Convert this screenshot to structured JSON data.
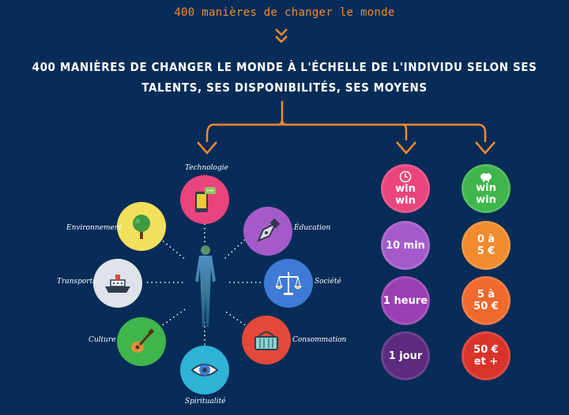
{
  "header": {
    "subtitle": "400 manières de changer le monde",
    "title": "400 manières de changer le monde à l'échelle de l'individu selon ses talents, ses disponibilités, ses moyens"
  },
  "colors": {
    "background": "#062c57",
    "accent": "#f28a2e",
    "pink": "#e9447d",
    "purple": "#a45bc9",
    "green": "#3fb54b",
    "orange": "#f28a2e",
    "red": "#e3483a"
  },
  "wheel": {
    "technologie": {
      "label": "Technologie",
      "icon": "smartphone-chat-icon"
    },
    "education": {
      "label": "Éducation",
      "icon": "fountain-pen-icon"
    },
    "societe": {
      "label": "Société",
      "icon": "scales-icon"
    },
    "consommation": {
      "label": "Consommation",
      "icon": "shopping-basket-icon"
    },
    "spiritualite": {
      "label": "Spiritualité",
      "icon": "eye-icon"
    },
    "culture": {
      "label": "Culture",
      "icon": "guitar-icon"
    },
    "transports": {
      "label": "Transports",
      "icon": "boat-icon"
    },
    "environnement": {
      "label": "Environnement",
      "icon": "tree-icon"
    }
  },
  "time_column": {
    "items": [
      {
        "text": "win\nwin",
        "icon": "clock-icon"
      },
      {
        "text": "10 min"
      },
      {
        "text": "1 heure"
      },
      {
        "text": "1 jour"
      }
    ]
  },
  "money_column": {
    "items": [
      {
        "text": "win\nwin",
        "icon": "piggy-bank-icon"
      },
      {
        "text": "0 à\n5 €"
      },
      {
        "text": "5 à\n50 €"
      },
      {
        "text": "50 €\net +"
      }
    ]
  }
}
